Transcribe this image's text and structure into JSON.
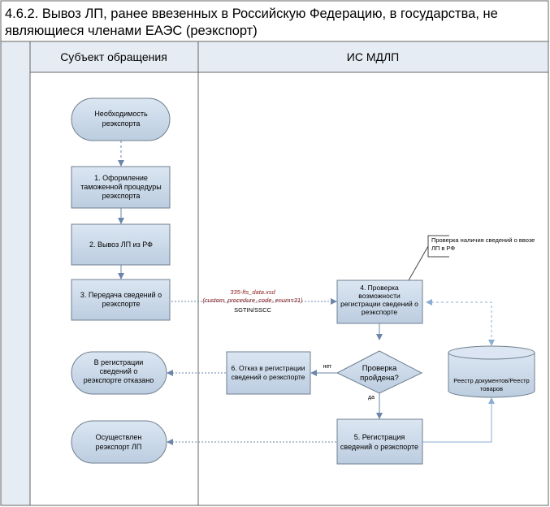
{
  "title": {
    "line1": "4.6.2. Вывоз ЛП, ранее ввезенных в Российскую Федерацию, в государства, не",
    "line2": "являющиеся членами ЕАЭС (реэкспорт)"
  },
  "lanes": {
    "left": "Субъект обращения",
    "right": "ИС МДЛП"
  },
  "nodes": {
    "start": [
      "Необходимость",
      "реэкспорта"
    ],
    "step1": [
      "1. Оформление",
      "таможенной процедуры",
      "реэкспорта"
    ],
    "step2": [
      "2. Вывоз ЛП из РФ"
    ],
    "step3": [
      "3. Передача сведений о",
      "реэкспорте"
    ],
    "step4": [
      "4. Проверка",
      "возможности",
      "регистрации сведений о",
      "реэкспорте"
    ],
    "decision": [
      "Проверка",
      "пройдена?"
    ],
    "step5": [
      "5. Регистрация",
      "сведений о реэкспорте"
    ],
    "step6": [
      "6. Отказ в регистрации",
      "сведений о реэкспорте"
    ],
    "end_refused": [
      "В регистрации",
      "сведений о",
      "реэкспорте отказано"
    ],
    "end_done": [
      "Осуществлен",
      "реэкспорт ЛП"
    ],
    "registry": [
      "Реестр документов/Реестр",
      "товаров"
    ]
  },
  "annotation": [
    "Проверка наличия сведений о ввозе",
    "ЛП в РФ"
  ],
  "message": {
    "schema": "335-fts_data.xsd",
    "param": "(custom_procedure_code_enum=31)",
    "ids": "SGTIN/SSCC"
  },
  "branch_labels": {
    "no": "нет",
    "yes": "да"
  },
  "colors": {
    "node_fill": "#c8d8ea",
    "node_stroke": "#6f7f8f",
    "lane_header": "#e6ecf4",
    "connector": "#6b86aa",
    "dashed": "#8aaed2",
    "param_text": "#8b2020"
  }
}
